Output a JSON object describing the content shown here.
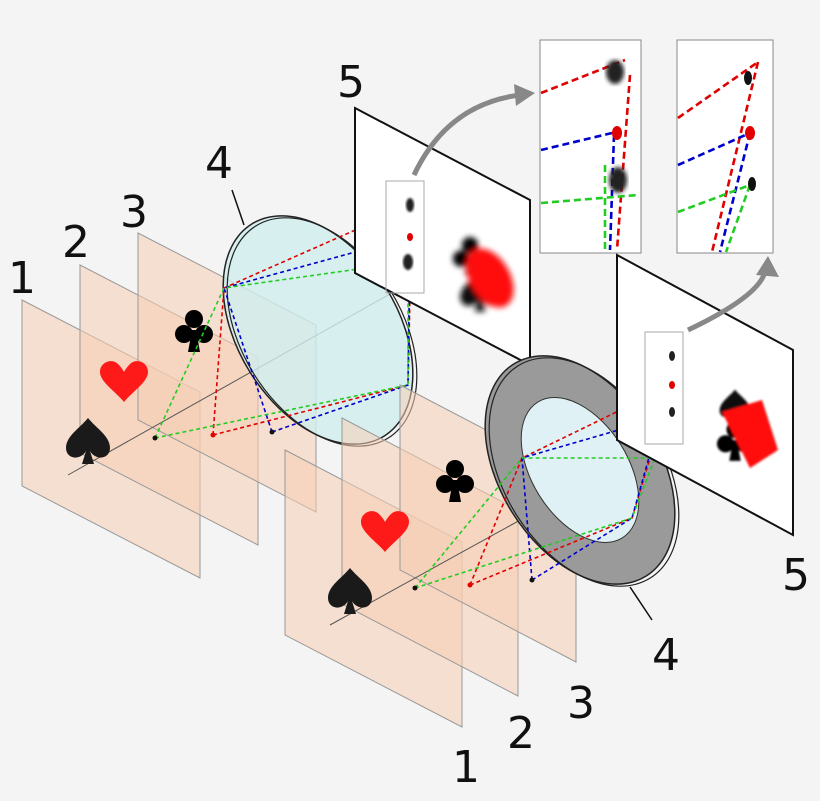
{
  "labels": {
    "left_plane_1": "1",
    "left_plane_2": "2",
    "left_plane_3": "3",
    "left_lens": "4",
    "left_screen": "5",
    "right_plane_1": "1",
    "right_plane_2": "2",
    "right_plane_3": "3",
    "right_lens": "4",
    "right_screen": "5"
  },
  "colors": {
    "plane_fill": "#f6cdb2",
    "lens_fill": "#cfeeee",
    "annulus_fill": "#9a9a9a",
    "ray_red": "#e00000",
    "ray_blue": "#0000cc",
    "ray_green": "#22cc22",
    "heart": "#ff1a1a",
    "spade": "#1a1a1a",
    "club": "#000000",
    "arrow": "#888888"
  },
  "icons": {
    "spade": "spade-icon",
    "heart": "heart-icon",
    "club": "club-icon"
  }
}
